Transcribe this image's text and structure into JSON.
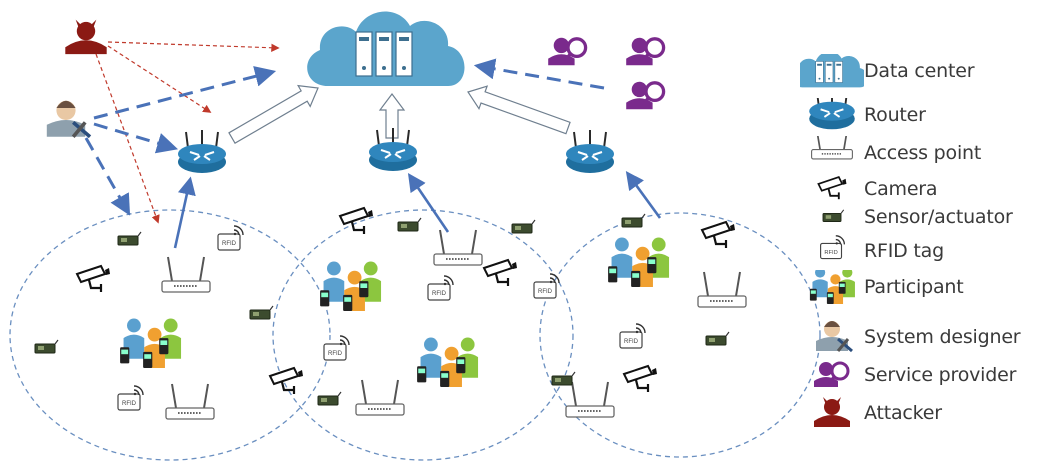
{
  "colors": {
    "cloud": "#5ba5cc",
    "router": "#2f86bd",
    "arrow_blue": "#4a72b8",
    "arrow_red": "#c0392b",
    "attacker": "#8b1a14",
    "provider": "#7a2a8c",
    "designer": "#8ea0ad",
    "participant_blue": "#5aa0cf",
    "participant_orange": "#f0a030",
    "participant_green": "#8cc63f",
    "circle": "#6a8fc0",
    "legend_text": "#3a3a3a"
  },
  "icons": {
    "cloud": "data-center-icon",
    "router": "router-icon",
    "access_point": "access-point-icon",
    "camera": "camera-icon",
    "sensor": "sensor-icon",
    "rfid": "rfid-tag-icon",
    "participant": "participant-icon",
    "designer": "system-designer-icon",
    "provider": "service-provider-icon",
    "attacker": "attacker-icon"
  },
  "rfid_text": "RFID",
  "legend": [
    {
      "key": "data_center",
      "label": "Data center"
    },
    {
      "key": "router",
      "label": "Router"
    },
    {
      "key": "access_point",
      "label": "Access point"
    },
    {
      "key": "camera",
      "label": "Camera"
    },
    {
      "key": "sensor",
      "label": "Sensor/actuator"
    },
    {
      "key": "rfid",
      "label": "RFID tag"
    },
    {
      "key": "participant",
      "label": "Participant"
    },
    {
      "key": "designer",
      "label": "System designer"
    },
    {
      "key": "provider",
      "label": "Service provider"
    },
    {
      "key": "attacker",
      "label": "Attacker"
    }
  ]
}
